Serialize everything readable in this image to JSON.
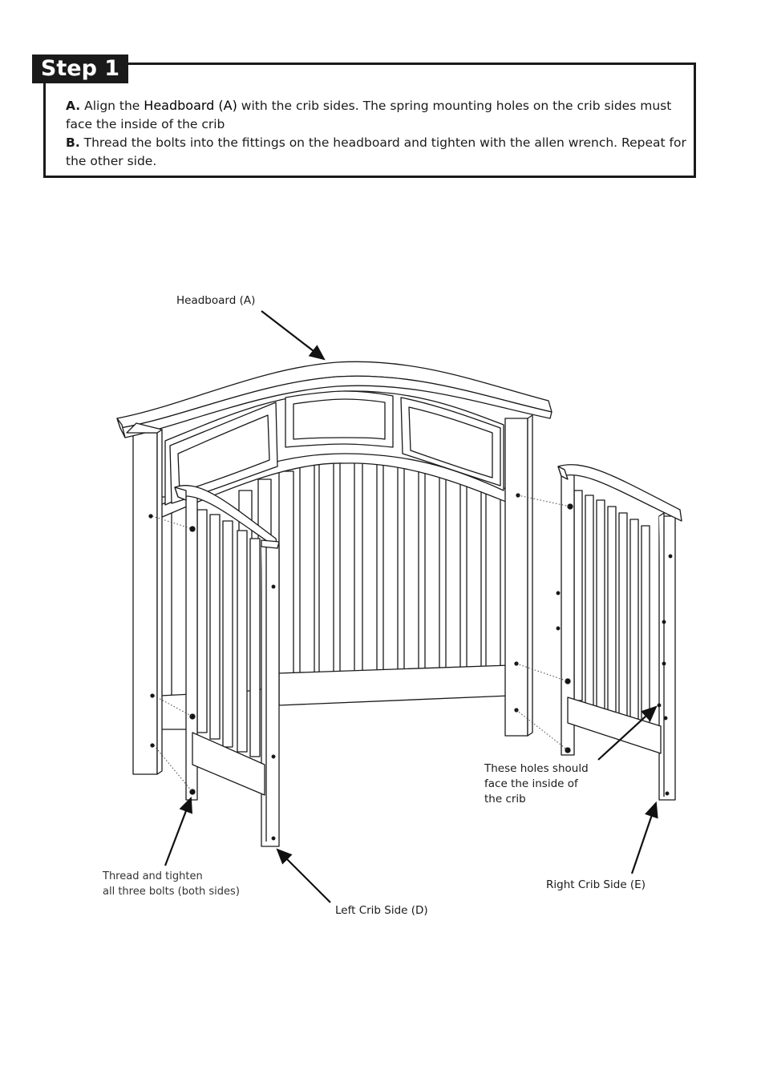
{
  "step": {
    "title": "Step 1"
  },
  "instructions": {
    "a_marker": "A.",
    "a_pre": " Align the ",
    "a_term": "Headboard (A)",
    "a_post": " with the crib sides. The spring mounting holes on the crib sides must face the inside of the crib",
    "b_marker": "B.",
    "b_text": " Thread the bolts into the fittings on the headboard and tighten with the allen wrench. Repeat for the other side."
  },
  "labels": {
    "headboard": "Headboard (A)",
    "holes_note": "These holes should\nface the inside of\nthe crib",
    "thread_note": "Thread and tighten\nall three bolts (both sides)",
    "left_side": "Left Crib Side (D)",
    "right_side": "Right Crib Side (E)"
  }
}
